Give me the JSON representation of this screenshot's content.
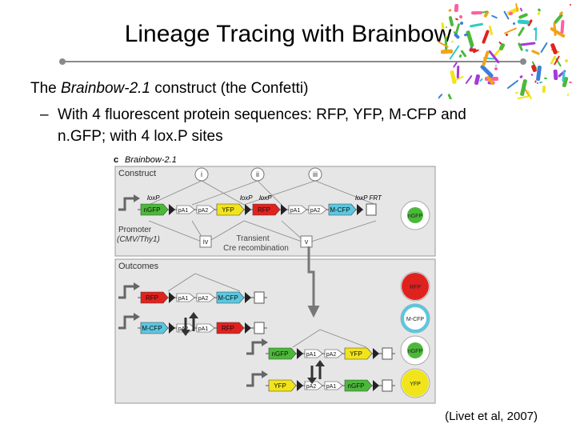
{
  "slide": {
    "title": "Lineage Tracing with Brainbow",
    "bullet1_prefix": "The ",
    "bullet1_italic": "Brainbow-2.1",
    "bullet1_suffix": " construct (the Confetti)",
    "bullet2_dash": "–",
    "bullet2": "With 4 fluorescent protein sequences: RFP, YFP, M-CFP and n.GFP; with 4 lox.P sites",
    "citation": "(Livet et al, 2007)"
  },
  "figure": {
    "panel_letter": "c",
    "panel_title": "Brainbow-2.1",
    "construct_label": "Construct",
    "outcomes_label": "Outcomes",
    "roman": [
      "i",
      "ii",
      "iii",
      "iv",
      "v"
    ],
    "loxp_labels": [
      "loxP",
      "loxP",
      "loxP",
      "loxP FRT"
    ],
    "promoter_label": "Promoter",
    "promoter_sub": "(CMV/Thy1)",
    "transient_label": "Transient",
    "cre_label": "Cre recombination",
    "construct_row": [
      "nGFP",
      "pA1",
      "pA2",
      "YFP",
      "RFP",
      "pA1",
      "pA2",
      "M-CFP"
    ],
    "outcome_rows": [
      [
        "RFP",
        "pA1",
        "pA2",
        "M-CFP"
      ],
      [
        "M-CFP",
        "pA2",
        "pA1",
        "RFP"
      ],
      [
        "nGFP",
        "pA1",
        "pA2",
        "YFP"
      ],
      [
        "YFP",
        "pA2",
        "pA1",
        "nGFP"
      ]
    ],
    "cells": [
      "nGFP",
      "RFP",
      "M-CFP",
      "nGFP",
      "YFP"
    ]
  },
  "colors": {
    "gfp": "#4cb83a",
    "rfp": "#e0221e",
    "yfp": "#f2e41a",
    "cfp": "#5bc7e0",
    "panel_bg": "#e6e6e6",
    "rule": "#8a8a8a"
  }
}
